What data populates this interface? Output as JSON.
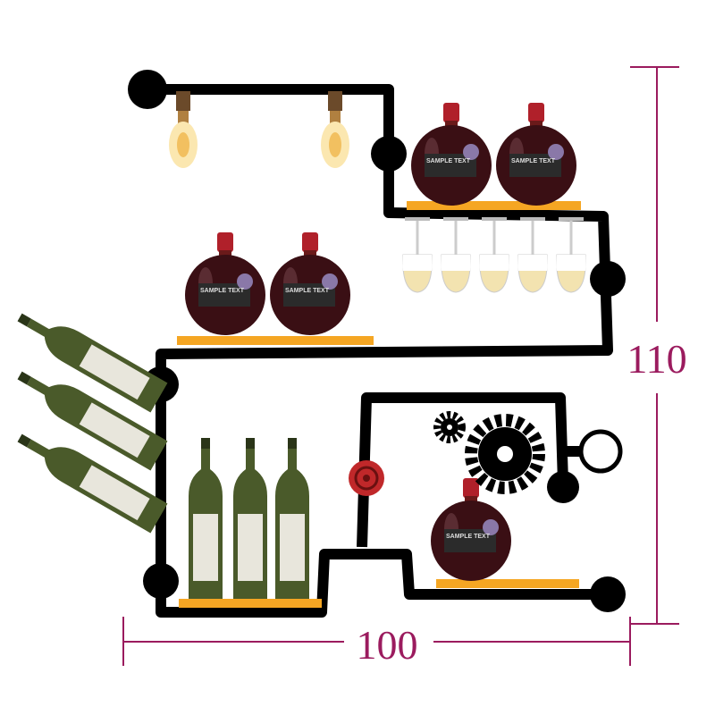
{
  "dimensions": {
    "height_label": "110",
    "width_label": "100"
  },
  "bottle_label": "SAMPLE TEXT",
  "colors": {
    "pipe": "#000000",
    "shelf": "#f5a623",
    "dimension": "#9b1b5e",
    "wine": "#3a0f14",
    "cap": "#b0202a",
    "green_bottle": "#4a5a2a",
    "valve": "#c0282a"
  }
}
